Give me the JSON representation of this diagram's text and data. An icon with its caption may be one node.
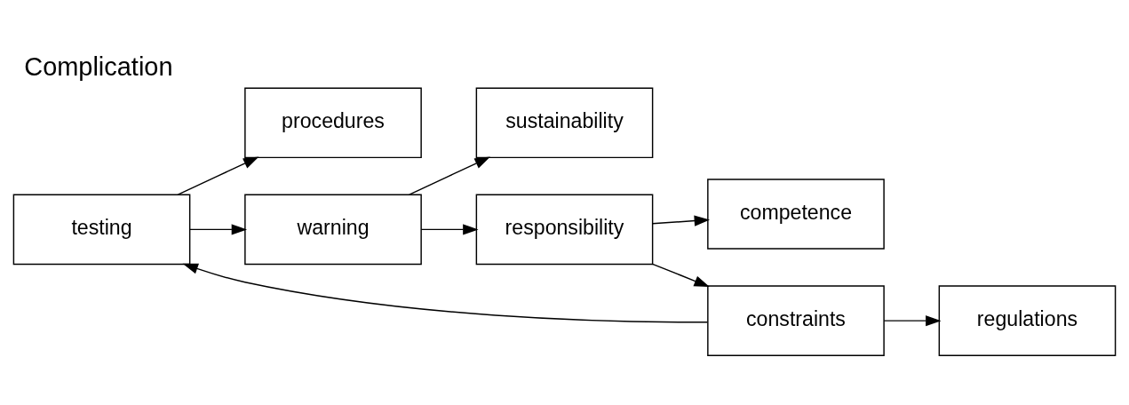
{
  "diagram": {
    "title": "Complication",
    "nodes": [
      {
        "text": [
          "procedures"
        ]
      },
      {
        "text": [
          "testing"
        ]
      },
      {
        "text": [
          "regulations"
        ]
      },
      {
        "text": [
          "constraints"
        ]
      },
      {
        "text": [
          "warning"
        ]
      },
      {
        "text": [
          "sustainability"
        ]
      },
      {
        "text": [
          "responsibility"
        ]
      },
      {
        "text": [
          "competence"
        ]
      }
    ],
    "edges": [
      {
        "from": 1,
        "to": 0,
        "arrow": "to"
      },
      {
        "from": 3,
        "to": 1,
        "arrow": "to"
      },
      {
        "from": 1,
        "to": 4,
        "arrow": "to"
      },
      {
        "from": 3,
        "to": 2,
        "arrow": "to"
      },
      {
        "from": 4,
        "to": 5,
        "arrow": "to"
      },
      {
        "from": 4,
        "to": 6,
        "arrow": "to"
      },
      {
        "from": 6,
        "to": 3,
        "arrow": "to"
      },
      {
        "from": 6,
        "to": 7,
        "arrow": "to"
      }
    ]
  }
}
